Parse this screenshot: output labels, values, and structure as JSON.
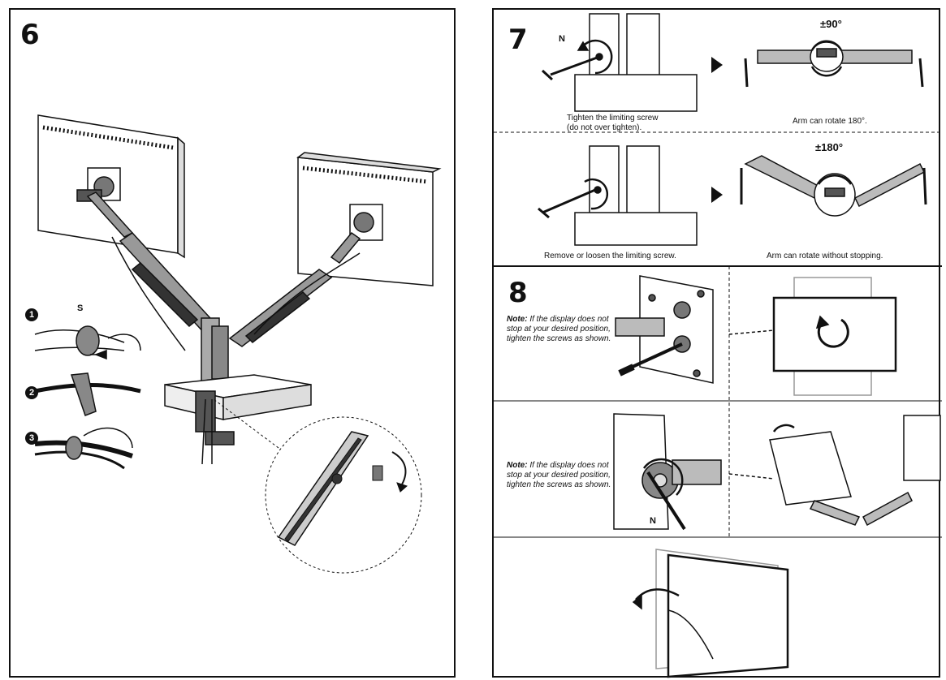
{
  "left": {
    "step": "6",
    "tie_steps": [
      "1",
      "2",
      "3"
    ],
    "tie_label": "S"
  },
  "right": {
    "step7": {
      "step": "7",
      "top": {
        "screw_label": "N",
        "caption_left": "Tighten the limiting screw\n(do not over tighten).",
        "degree": "±90°",
        "caption_right": "Arm can rotate 180°."
      },
      "bottom": {
        "caption_left": "Remove or loosen the limiting screw.",
        "degree": "±180°",
        "caption_right": "Arm can rotate without stopping."
      }
    },
    "step8": {
      "step": "8",
      "note1": {
        "bold": "Note:",
        "text": " If the display does not stop at your desired position, tighten the screws as shown."
      },
      "note2": {
        "bold": "Note:",
        "text": " If the display does not stop at your desired position, tighten the screws as shown."
      },
      "wrench_label": "N"
    }
  }
}
